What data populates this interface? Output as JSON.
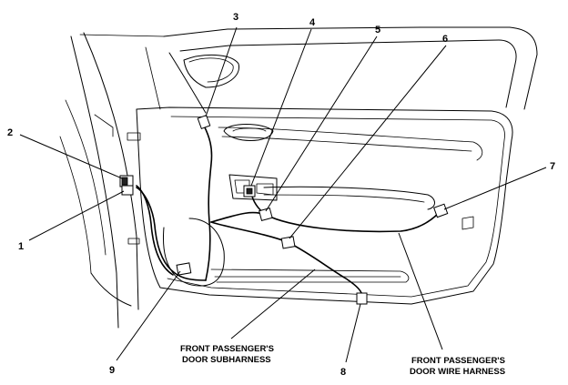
{
  "callouts": [
    {
      "id": "1",
      "label": "1"
    },
    {
      "id": "2",
      "label": "2"
    },
    {
      "id": "3",
      "label": "3"
    },
    {
      "id": "4",
      "label": "4"
    },
    {
      "id": "5",
      "label": "5"
    },
    {
      "id": "6",
      "label": "6"
    },
    {
      "id": "7",
      "label": "7"
    },
    {
      "id": "8",
      "label": "8"
    },
    {
      "id": "9",
      "label": "9"
    }
  ],
  "labels": {
    "subharness_line1": "FRONT PASSENGER'S",
    "subharness_line2": "DOOR SUBHARNESS",
    "wire_harness_line1": "FRONT PASSENGER'S",
    "wire_harness_line2": "DOOR WIRE HARNESS"
  }
}
